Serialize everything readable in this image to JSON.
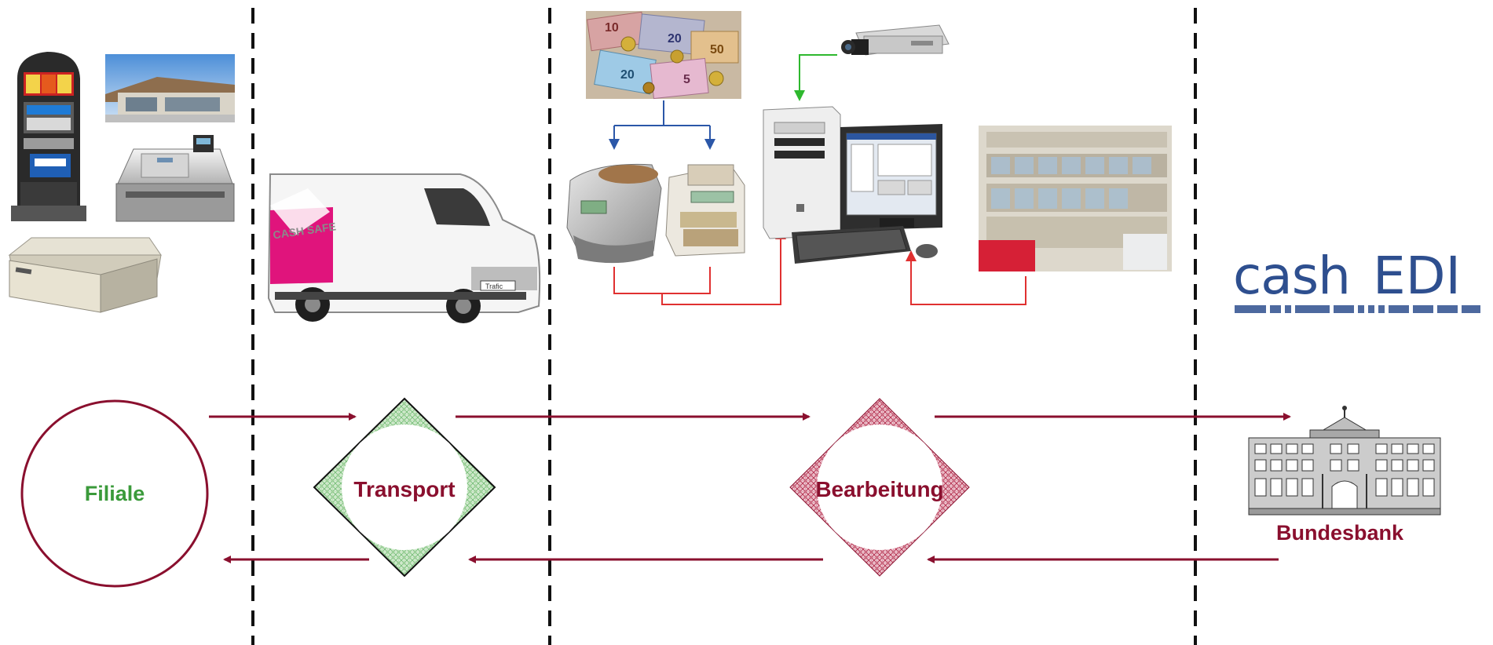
{
  "nodes": {
    "filiale": "Filiale",
    "transport": "Transport",
    "bearbeitung": "Bearbeitung",
    "bundesbank": "Bundesbank"
  },
  "logo": {
    "text_cash": "cash",
    "text_edi": "EDI"
  },
  "van": {
    "side_logo": "CASH SAFE",
    "plate": "Trafic"
  },
  "pictures": {
    "banknote_values": [
      "10",
      "20",
      "50",
      "20",
      "5"
    ]
  },
  "colors": {
    "flow_arrow": "#8a0f2e",
    "filiale_text": "#3a9a3a",
    "dark_red_text": "#8a0f2e",
    "transport_hatch": "#7fc27f",
    "bearbeitung_hatch": "#b83a58",
    "logo_blue": "#2e4f8f",
    "money_arrow_blue": "#2b57a8",
    "camera_arrow_green": "#2eb82e",
    "machine_arrow_red": "#e03030"
  }
}
